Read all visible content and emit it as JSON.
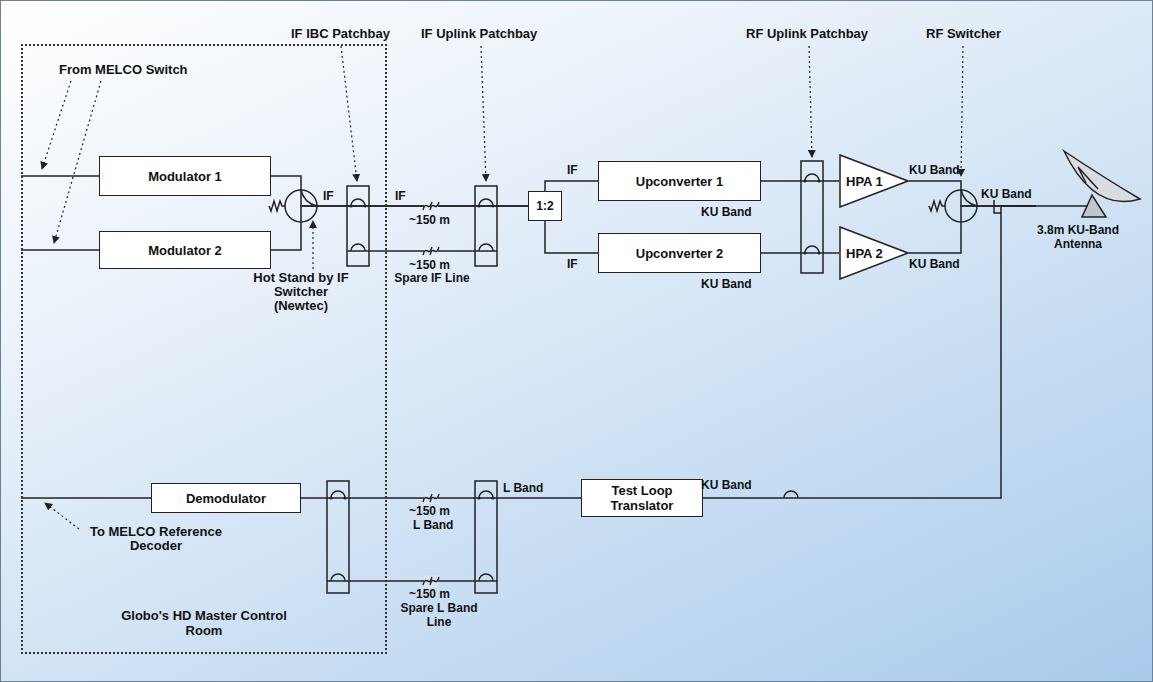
{
  "diagram": {
    "nodes": [
      {
        "text": [
          "Globo's HD Master Control Room"
        ]
      },
      {
        "text": [
          "Modulator 1"
        ],
        "in": 0
      },
      {
        "text": [
          "Modulator 2"
        ],
        "in": 0
      },
      {
        "text": [
          "1:2"
        ]
      },
      {
        "text": [
          "Upconverter 1"
        ]
      },
      {
        "text": [
          "Upconverter 2"
        ]
      },
      {
        "text": [
          "HPA 1"
        ]
      },
      {
        "text": [
          "HPA 2"
        ]
      },
      {
        "text": [
          "3.8m KU-Band Antenna"
        ]
      },
      {
        "text": [
          "Demodulator"
        ],
        "in": 0
      },
      {
        "text": [
          "Test Loop Translator"
        ]
      }
    ],
    "edges": [
      {
        "from": 1,
        "to": 3,
        "arrow": "none"
      },
      {
        "from": 2,
        "to": 3,
        "arrow": "none"
      },
      {
        "from": 3,
        "to": 4,
        "arrow": "none"
      },
      {
        "from": 3,
        "to": 5,
        "arrow": "none"
      },
      {
        "from": 4,
        "to": 6,
        "arrow": "none"
      },
      {
        "from": 5,
        "to": 7,
        "arrow": "none"
      },
      {
        "from": 6,
        "to": 8,
        "arrow": "none"
      },
      {
        "from": 7,
        "to": 8,
        "arrow": "none"
      },
      {
        "from": 8,
        "to": 10,
        "arrow": "none"
      },
      {
        "from": 10,
        "to": 9,
        "arrow": "none"
      }
    ],
    "labels": [
      "From MELCO Switch",
      "IF IBC Patchbay",
      "IF Uplink Patchbay",
      "RF Uplink Patchbay",
      "RF Switcher",
      "Hot Stand by IF Switcher (Newtec)",
      "IF",
      "IF",
      "~150 m",
      "~150 m",
      "Spare IF Line",
      "IF",
      "IF",
      "KU Band",
      "KU Band",
      "KU Band",
      "KU Band",
      "KU Band",
      "KU Band",
      "L Band",
      "~150 m",
      "L Band",
      "~150 m",
      "Spare L Band Line",
      "To MELCO Reference Decoder"
    ]
  }
}
